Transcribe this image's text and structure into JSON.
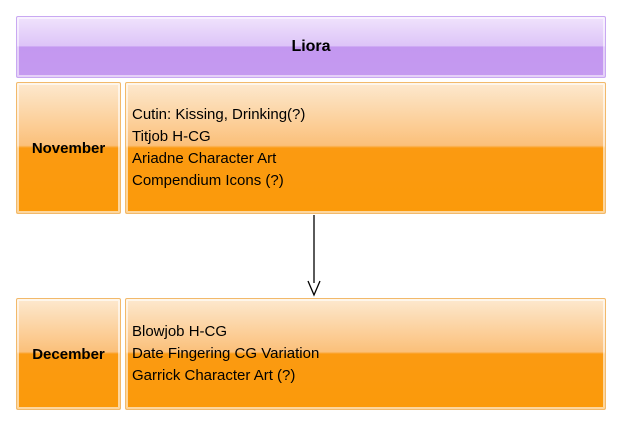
{
  "title": "Liora",
  "months": [
    {
      "name": "November",
      "items": [
        "Cutin: Kissing, Drinking(?)",
        "Titjob  H-CG",
        "Ariadne Character Art",
        "Compendium Icons (?)"
      ]
    },
    {
      "name": "December",
      "items": [
        "Blowjob H-CG",
        "Date Fingering CG Variation",
        "Garrick Character Art (?)"
      ]
    }
  ],
  "colors": {
    "title_fill": "#c397f0",
    "box_fill": "#fb9a11",
    "arrow": "#000000"
  }
}
